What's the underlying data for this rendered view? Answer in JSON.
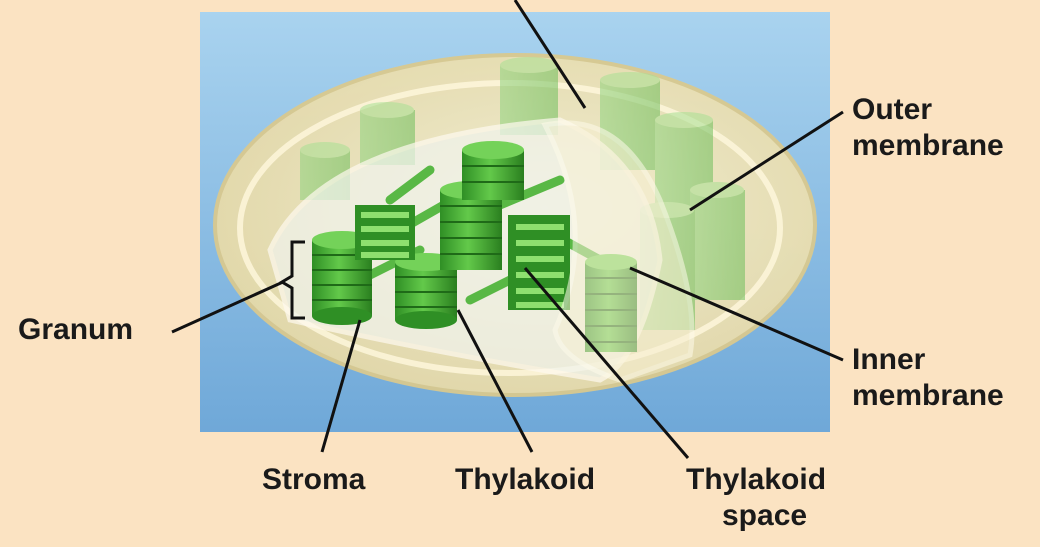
{
  "labels": {
    "outer_membrane": [
      "Outer",
      "membrane"
    ],
    "inner_membrane": [
      "Inner",
      "membrane"
    ],
    "granum": "Granum",
    "stroma": "Stroma",
    "thylakoid": "Thylakoid",
    "thylakoid_space": [
      "Thylakoid",
      "space"
    ]
  },
  "colors": {
    "background": "#fbe3c2",
    "panel": "#9ec9ea",
    "membrane": "#f3e7bd",
    "grana_green": "#4fb53a",
    "leader_line": "#111111"
  }
}
